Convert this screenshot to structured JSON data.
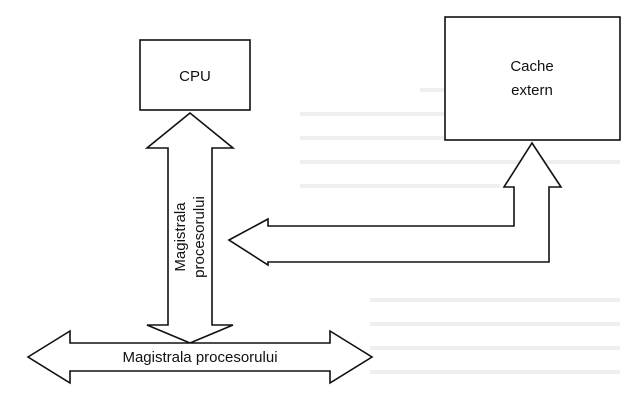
{
  "diagram": {
    "cpu_label": "CPU",
    "cache_label_line1": "Cache",
    "cache_label_line2": "extern",
    "vertical_bus_line1": "Magistrala",
    "vertical_bus_line2": "procesorului",
    "horizontal_bus_label": "Magistrala procesorului"
  }
}
